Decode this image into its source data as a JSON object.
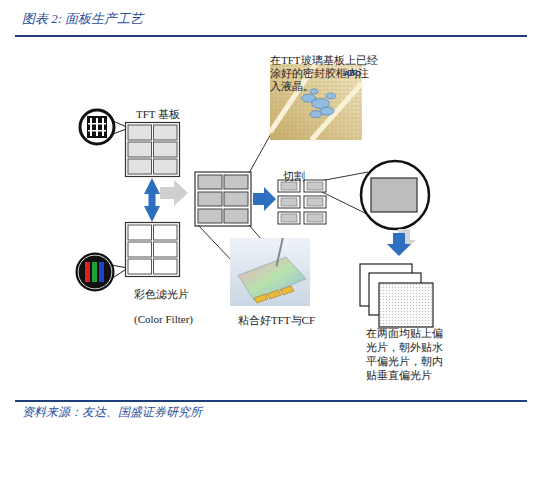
{
  "diagram": {
    "title": "图表 2: 面板生产工艺",
    "caption": "资料来源：友达、国盛证券研究所",
    "nodes": [
      {
        "text": [
          "TFT 基板"
        ]
      },
      {
        "text": [
          "在TFT玻璃基板上已经涂好的密封胶框内注入液晶。"
        ]
      },
      {
        "text": [
          "彩色滤光片",
          "(Color Filter)"
        ]
      },
      {
        "text": [
          "粘合好TFT与CF"
        ]
      },
      {
        "text": [
          "切割"
        ]
      },
      {
        "text": [
          "在两面均贴上偏光片，朝外贴水平偏光片，朝内贴垂直偏光片"
        ]
      }
    ],
    "edges": [
      {
        "from": 0,
        "to": 2,
        "arrow": "both"
      }
    ],
    "labels": [
      "AUO"
    ]
  }
}
